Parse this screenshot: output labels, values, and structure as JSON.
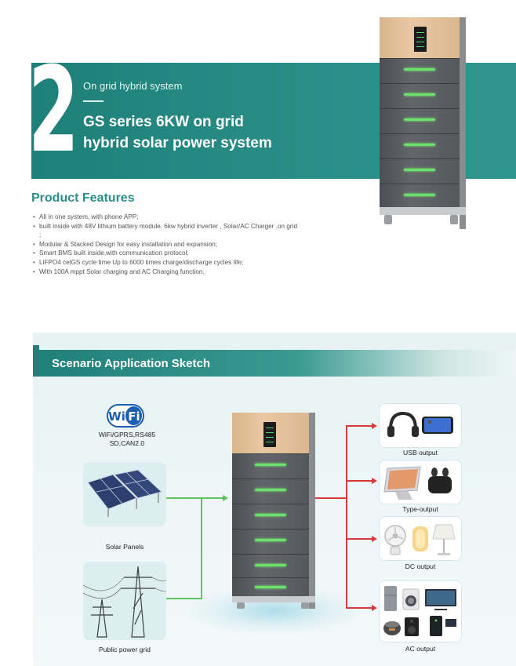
{
  "section_number": "2",
  "hero": {
    "subtitle": "On grid hybrid system",
    "title_line1": "GS series 6KW on grid",
    "title_line2": "hybrid solar power system"
  },
  "features": {
    "heading": "Product Features",
    "items": [
      "All in one system, with phone APP;",
      "built inside with 48V lithium battery module, 6kw hybrid inverter , Solar/AC Charger ,on grid ;",
      "Modular & Stacked Design for easy installation and expansion;",
      "Smart BMS built inside,with communication protocol;",
      "LiFPO4 celGS cycle time Up to 6000 times charge/discharge cycles life;",
      "With 100A mppt Solar charging and AC Charging function."
    ]
  },
  "scenario": {
    "heading": "Scenario Application Sketch",
    "wifi_logo": "WiFi",
    "comms_line1": "WiFi/GPRS,RS485",
    "comms_line2": "SD,CAN2.0",
    "inputs": [
      {
        "label": "Solar Panels",
        "icon": "solar-panels-icon"
      },
      {
        "label": "Public power grid",
        "icon": "transmission-tower-icon"
      }
    ],
    "outputs": [
      {
        "label": "USB output",
        "icons": [
          "headphones-icon",
          "phone-icon"
        ]
      },
      {
        "label": "Type-output",
        "icons": [
          "tablet-icon",
          "earbuds-icon"
        ]
      },
      {
        "label": "DC output",
        "icons": [
          "fan-icon",
          "lamp-icon",
          "table-lamp-icon"
        ]
      },
      {
        "label": "AC output",
        "icons": [
          "fridge-icon",
          "washing-machine-icon",
          "tv-icon",
          "rice-cooker-icon",
          "speaker-icon",
          "pc-icon"
        ]
      }
    ]
  },
  "colors": {
    "teal": "#1f7f79",
    "accent_text": "#2a8f86",
    "green_line": "#5ec35a",
    "red_line": "#d63b3b",
    "battery_cap": "#e2c29c",
    "battery_module": "#585b5f",
    "indicator": "#6be36a"
  }
}
